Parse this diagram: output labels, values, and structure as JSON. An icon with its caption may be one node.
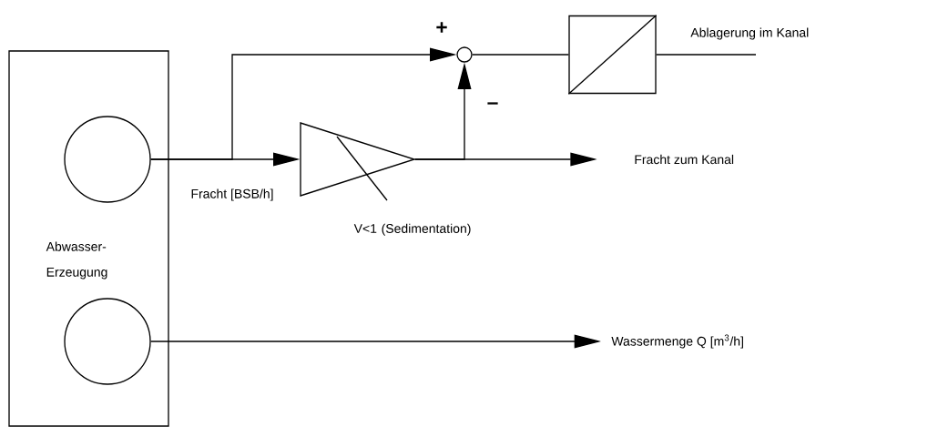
{
  "diagram": {
    "nodes": [
      {
        "text": [
          "Abwasser- Erzeugung"
        ]
      },
      {
        "text": [],
        "shape": "circle",
        "in": 0
      },
      {
        "text": [],
        "shape": "circle",
        "in": 0
      },
      {
        "text": [],
        "shape": "triangle",
        "beside": [
          "V<1 (Sedimentation)"
        ]
      },
      {
        "text": [],
        "shape": "circle"
      },
      {
        "text": [],
        "shape": "box"
      },
      {
        "text": [
          "Ablagerung im Kanal"
        ]
      },
      {
        "text": [
          "Fracht zum Kanal"
        ]
      },
      {
        "text": [
          "Wassermenge Q [m$^{3}$/h]"
        ]
      }
    ],
    "edges": [
      {
        "from": 1,
        "to": 3,
        "arrow": "to",
        "label": "Fracht [BSB/h]"
      },
      {
        "from": 1,
        "to": 4,
        "arrow": "to",
        "label": "+"
      },
      {
        "from": 3,
        "to": 4,
        "arrow": "to",
        "label": "–"
      },
      {
        "from": 4,
        "to": 5,
        "arrow": "none"
      },
      {
        "from": 5,
        "to": 6,
        "arrow": "none"
      },
      {
        "from": 3,
        "to": 7,
        "arrow": "to"
      },
      {
        "from": 2,
        "to": 8,
        "arrow": "to"
      }
    ]
  }
}
